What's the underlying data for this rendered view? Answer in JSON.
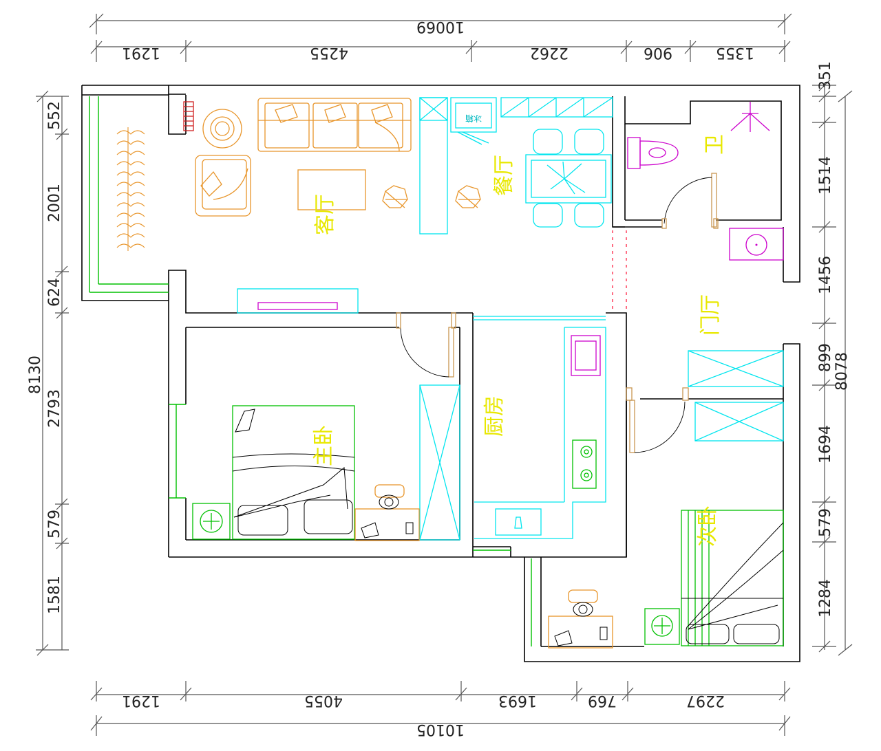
{
  "dimensions": {
    "top_total": "10069",
    "top_segments": [
      "1291",
      "4255",
      "2262",
      "906",
      "1355"
    ],
    "bottom_total": "10105",
    "bottom_segments": [
      "1291",
      "4055",
      "1693",
      "769",
      "2297"
    ],
    "left_total": "8130",
    "left_segments": [
      "552",
      "2001",
      "624",
      "2793",
      "579",
      "1581"
    ],
    "right_total": "8078",
    "right_segments": [
      "351",
      "1514",
      "1456",
      "899",
      "1694",
      "579",
      "1284"
    ]
  },
  "rooms": {
    "living_room": "客厅",
    "dining_room": "餐厅",
    "bathroom": "卫",
    "entrance_hall": "门厅",
    "master_bedroom": "主卧",
    "kitchen": "厨房",
    "second_bedroom": "次卧"
  },
  "fixtures": {
    "fridge_label": "冰箱"
  },
  "colors": {
    "walls": "#000000",
    "living_furniture": "#e8952a",
    "dining_furniture": "#00e5ee",
    "bathroom_fixtures": "#cc00cc",
    "bedroom_furniture": "#00c000",
    "doors": "#c89650",
    "room_labels": "#e8e800",
    "dimension_lines": "#555555"
  }
}
